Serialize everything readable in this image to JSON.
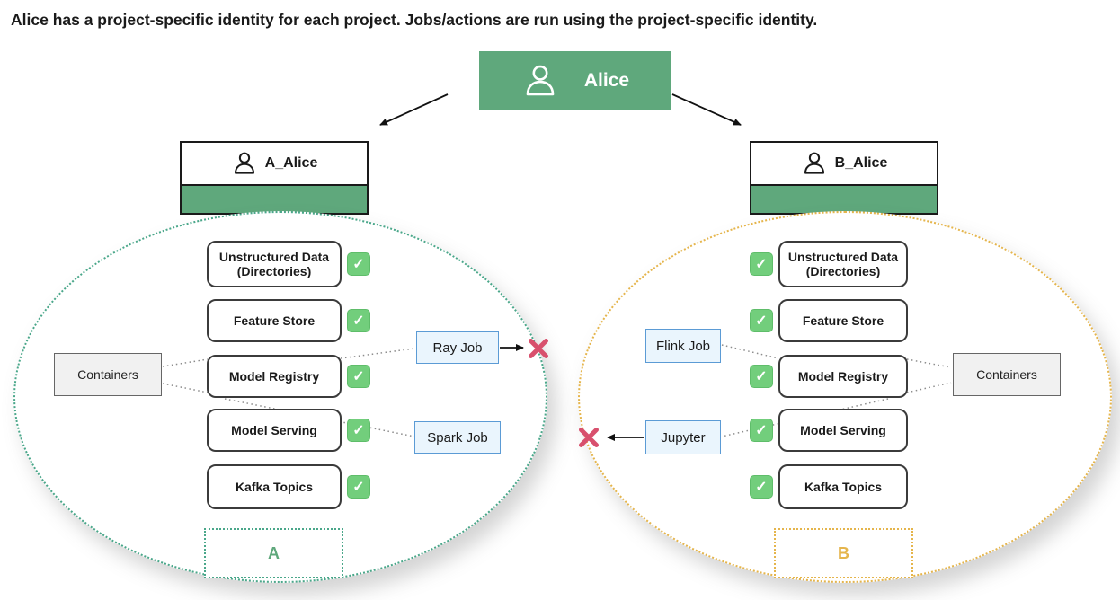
{
  "header": {
    "title": "Alice has a project-specific identity for each project. Jobs/actions are run using the project-specific identity."
  },
  "alice": {
    "label": "Alice"
  },
  "project_a": {
    "identity": "A_Alice",
    "badge": "A",
    "resources": [
      "Unstructured Data (Directories)",
      "Feature Store",
      "Model Registry",
      "Model Serving",
      "Kafka Topics"
    ],
    "containers": "Containers",
    "ray_job": "Ray Job",
    "spark_job": "Spark Job"
  },
  "project_b": {
    "identity": "B_Alice",
    "badge": "B",
    "resources": [
      "Unstructured Data (Directories)",
      "Feature Store",
      "Model Registry",
      "Model Serving",
      "Kafka Topics"
    ],
    "containers": "Containers",
    "flink_job": "Flink Job",
    "jupyter": "Jupyter"
  },
  "icons": {
    "check": "✓"
  },
  "colors": {
    "identity_green": "#5fa87c",
    "check_green": "#72ce7c",
    "project_a_dotted": "#4aa78a",
    "project_b_dotted": "#e5b54c",
    "blocked_red": "#d8506d",
    "job_border_blue": "#5b9bd5",
    "job_fill_blue": "#eaf5fd"
  }
}
